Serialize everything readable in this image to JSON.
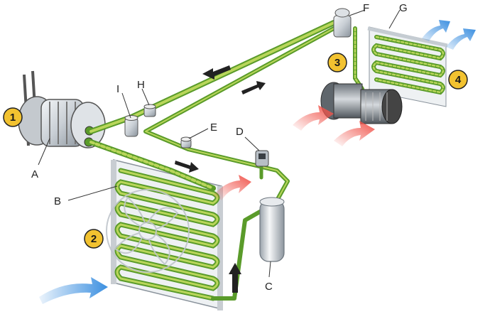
{
  "letters": {
    "a": "A",
    "b": "B",
    "c": "C",
    "d": "D",
    "e": "E",
    "f": "F",
    "g": "G",
    "h": "H",
    "i": "I"
  },
  "numbers": {
    "n1": "1",
    "n2": "2",
    "n3": "3",
    "n4": "4"
  },
  "colors": {
    "pipe_light": "#b9d65a",
    "pipe_dark": "#5a9b2a",
    "badge": "#f2c230",
    "hot_air": "#f0534a",
    "cold_air": "#3b8fe0",
    "arrow": "#222222",
    "metal": "#d8dde2"
  },
  "icons": {
    "compressor": "compressor-icon",
    "condenser": "condenser-icon",
    "receiver": "receiver-drier-icon",
    "evaporator": "evaporator-icon",
    "blower": "blower-fan-icon"
  }
}
